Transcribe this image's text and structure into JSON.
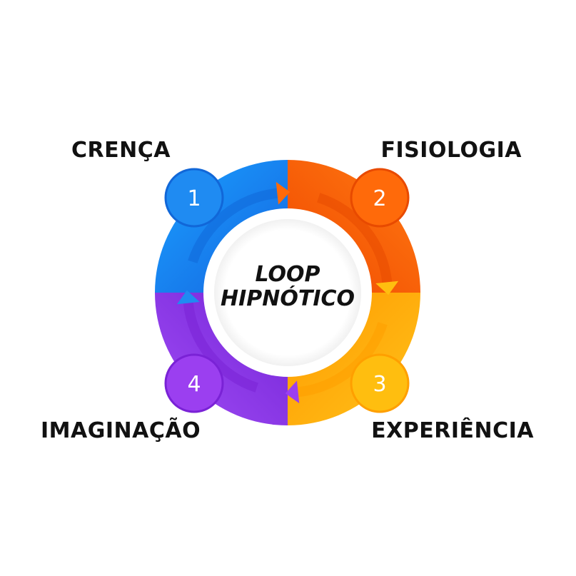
{
  "diagram": {
    "center": {
      "line1": "LOOP",
      "line2": "HIPNÓTICO"
    },
    "steps": [
      {
        "number": "1",
        "label": "CRENÇA",
        "color": "#1f8bf2",
        "color_dark": "#1167d8"
      },
      {
        "number": "2",
        "label": "FISIOLOGIA",
        "color": "#ff6a0a",
        "color_dark": "#e84a00"
      },
      {
        "number": "3",
        "label": "EXPERIÊNCIA",
        "color": "#ffbe0f",
        "color_dark": "#ff9f00"
      },
      {
        "number": "4",
        "label": "IMAGINAÇÃO",
        "color": "#9b3ff0",
        "color_dark": "#7a22d6"
      }
    ]
  }
}
